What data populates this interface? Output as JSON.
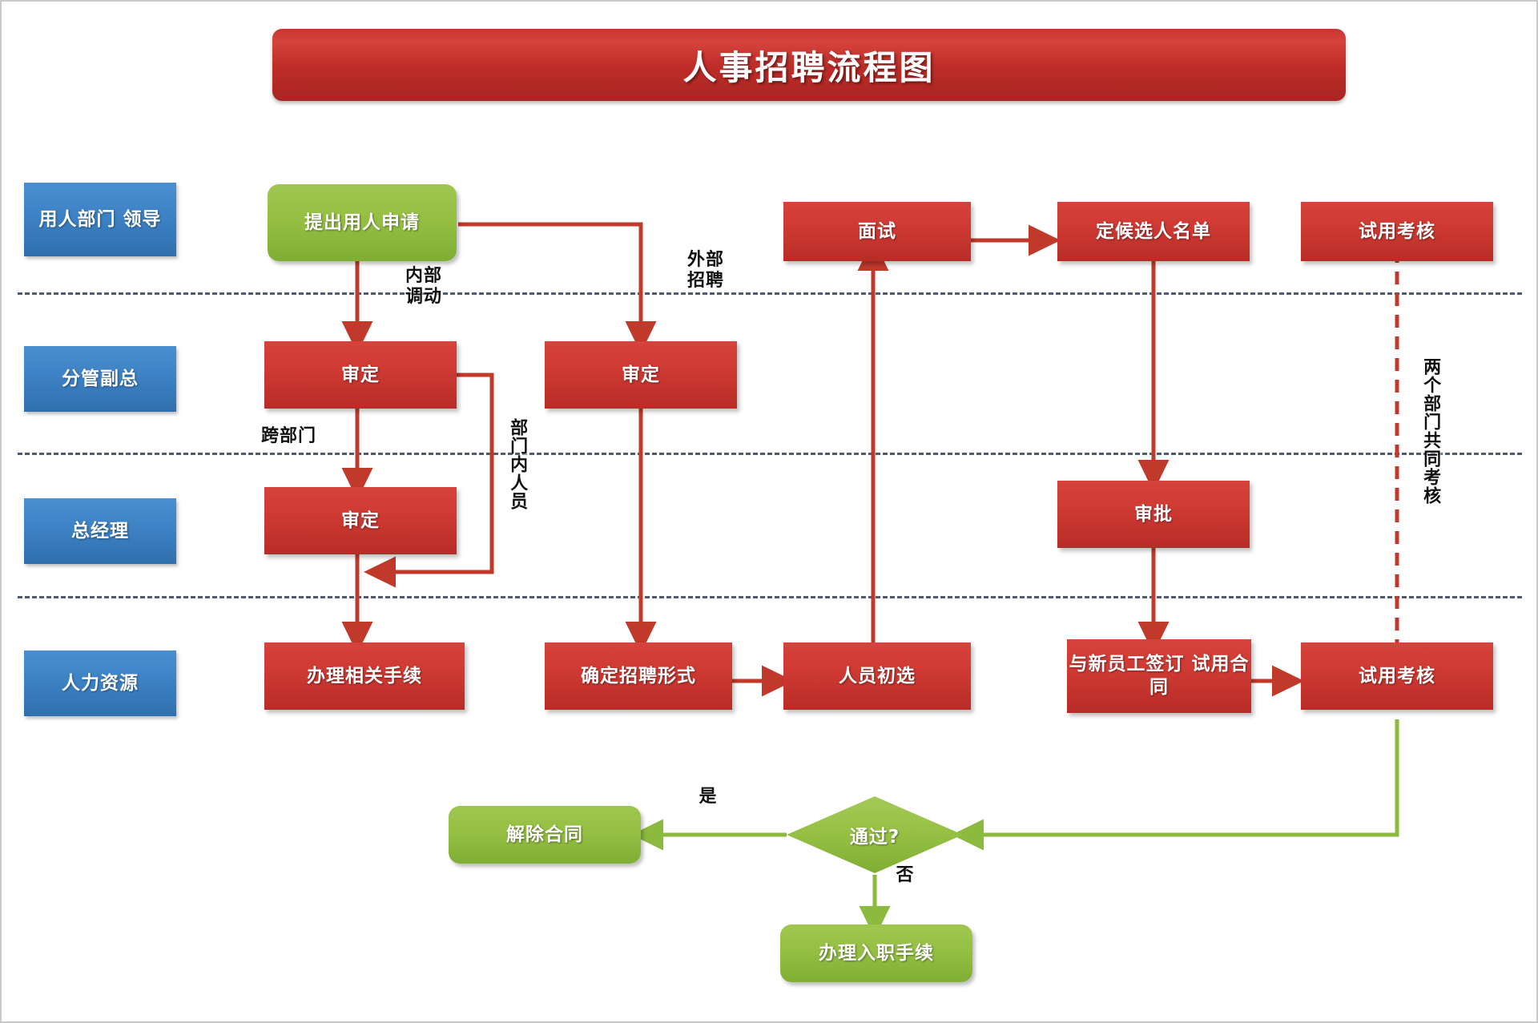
{
  "title": "人事招聘流程图",
  "colors": {
    "red": "#c9342f",
    "green": "#95c043",
    "blue": "#3d82c4",
    "divider": "#3c4a63",
    "connector_red": "#c0392b",
    "connector_green": "#8cba3f"
  },
  "lanes": [
    {
      "label": "用人部门\n领导"
    },
    {
      "label": "分管副总"
    },
    {
      "label": "总经理"
    },
    {
      "label": "人力资源"
    }
  ],
  "nodes": [
    {
      "id": "apply",
      "label": "提出用人申请",
      "shape": "rounded",
      "color": "green"
    },
    {
      "id": "interview",
      "label": "面试",
      "shape": "rect",
      "color": "red"
    },
    {
      "id": "shortlist",
      "label": "定候选人名单",
      "shape": "rect",
      "color": "red"
    },
    {
      "id": "probation_top",
      "label": "试用考核",
      "shape": "rect",
      "color": "red"
    },
    {
      "id": "review_vp1",
      "label": "审定",
      "shape": "rect",
      "color": "red"
    },
    {
      "id": "review_vp2",
      "label": "审定",
      "shape": "rect",
      "color": "red"
    },
    {
      "id": "review_gm",
      "label": "审定",
      "shape": "rect",
      "color": "red"
    },
    {
      "id": "approve",
      "label": "审批",
      "shape": "rect",
      "color": "red"
    },
    {
      "id": "formalities",
      "label": "办理相关手续",
      "shape": "rect",
      "color": "red"
    },
    {
      "id": "recruit_form",
      "label": "确定招聘形式",
      "shape": "rect",
      "color": "red"
    },
    {
      "id": "prescreen",
      "label": "人员初选",
      "shape": "rect",
      "color": "red"
    },
    {
      "id": "sign_contract",
      "label": "与新员工签订\n试用合同",
      "shape": "rect",
      "color": "red"
    },
    {
      "id": "probation_hr",
      "label": "试用考核",
      "shape": "rect",
      "color": "red"
    },
    {
      "id": "terminate",
      "label": "解除合同",
      "shape": "rounded",
      "color": "green"
    },
    {
      "id": "onboard",
      "label": "办理入职手续",
      "shape": "rounded",
      "color": "green"
    }
  ],
  "decision": {
    "id": "pass",
    "label": "通过?",
    "color": "green"
  },
  "edge_labels": [
    {
      "id": "internal",
      "text": "内部\n调动",
      "orientation": "horizontal"
    },
    {
      "id": "external",
      "text": "外部\n招聘",
      "orientation": "horizontal"
    },
    {
      "id": "cross_dept",
      "text": "跨部门",
      "orientation": "horizontal"
    },
    {
      "id": "within_dept",
      "text": "部门内人员",
      "orientation": "vertical"
    },
    {
      "id": "joint_assess",
      "text": "两个部门共同考核",
      "orientation": "vertical"
    },
    {
      "id": "yes",
      "text": "是",
      "orientation": "horizontal"
    },
    {
      "id": "no",
      "text": "否",
      "orientation": "horizontal"
    }
  ]
}
